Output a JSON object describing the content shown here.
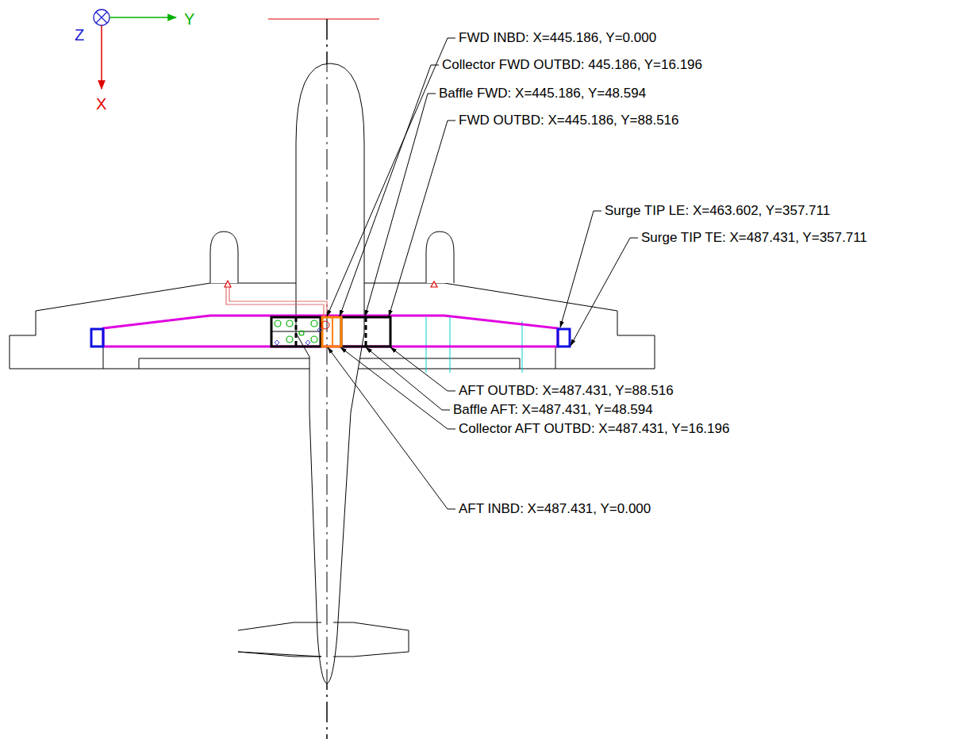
{
  "diagram": {
    "labels": [
      "Z",
      "Y",
      "X",
      "FWD INBD: X=445.186, Y=0.000",
      "Collector FWD OUTBD: 445.186, Y=16.196",
      "Baffle FWD: X=445.186, Y=48.594",
      "FWD OUTBD: X=445.186, Y=88.516",
      "Surge TIP LE: X=463.602, Y=357.711",
      "Surge TIP TE: X=487.431, Y=357.711",
      "AFT OUTBD: X=487.431, Y=88.516",
      "Baffle AFT: X=487.431, Y=48.594",
      "Collector AFT OUTBD: X=487.431, Y=16.196",
      "AFT INBD: X=487.431, Y=0.000"
    ]
  }
}
